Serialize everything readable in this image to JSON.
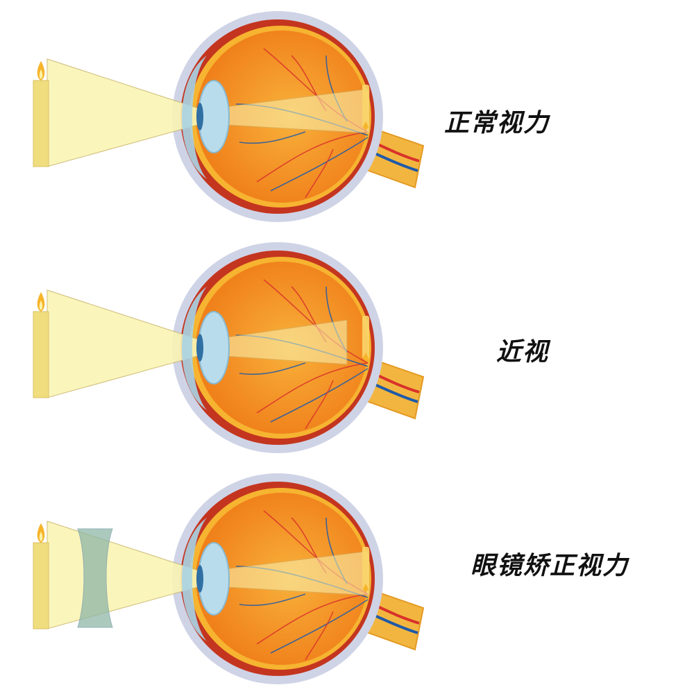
{
  "panels": [
    {
      "label": "正常视力",
      "lens": false,
      "focus": "retina"
    },
    {
      "label": "近视",
      "lens": false,
      "focus": "front"
    },
    {
      "label": "眼镜矫正视力",
      "lens": true,
      "focus": "retina"
    }
  ],
  "colors": {
    "light_beam": "#faf4b4",
    "sclera_outline": "#cfd3e6",
    "eye_wall": "#c4351f",
    "inner_rim": "#f6b431",
    "vitreous": "#ef7a16",
    "vitreous_center": "#f8b13b",
    "cornea": "#a8d4e6",
    "lens_crystalline": "#b8dcec",
    "nerve": "#f2b640",
    "artery": "#d9322a",
    "vein": "#1f5aa8",
    "candle": "#f0dd7d",
    "flame": "#f6b42a",
    "corrective_lens": "#8fb7a8"
  },
  "icons": [
    "candle-icon",
    "eye-icon",
    "concave-lens-icon"
  ]
}
